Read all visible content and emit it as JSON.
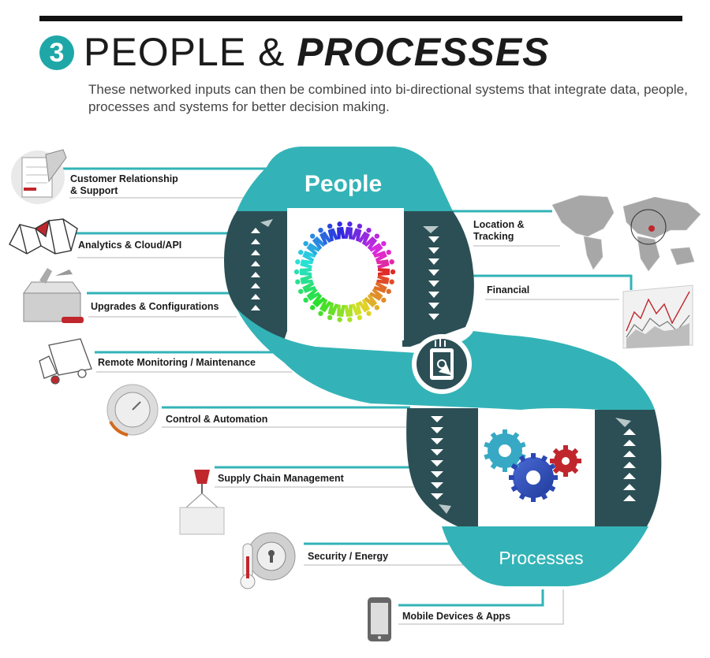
{
  "header": {
    "step_number": "3",
    "title_plain": "PEOPLE & ",
    "title_emphasis": "PROCESSES",
    "subtitle": "These networked inputs can then be combined into bi-directional systems that integrate data, people, processes and systems for better decision making."
  },
  "loop": {
    "top_label": "People",
    "bottom_label": "Processes"
  },
  "inputs_left": [
    {
      "label": "Customer Relationship\n& Support",
      "icon": "customer-support-icon"
    },
    {
      "label": "Analytics & Cloud/API",
      "icon": "analytics-cloud-icon"
    },
    {
      "label": "Upgrades & Configurations",
      "icon": "toolbox-icon"
    },
    {
      "label": "Remote Monitoring / Maintenance",
      "icon": "truck-icon"
    },
    {
      "label": "Control & Automation",
      "icon": "dial-knob-icon"
    },
    {
      "label": "Supply Chain Management",
      "icon": "crane-hook-icon"
    },
    {
      "label": "Security / Energy",
      "icon": "lock-thermometer-icon"
    },
    {
      "label": "Mobile Devices & Apps",
      "icon": "smartphone-icon"
    }
  ],
  "inputs_right": [
    {
      "label": "Location &\nTracking",
      "icon": "world-map-icon"
    },
    {
      "label": "Financial",
      "icon": "finance-chart-icon"
    }
  ],
  "colors": {
    "teal": "#33b3b7",
    "teal_dark": "#2b4f55",
    "accent_red": "#c0272d",
    "badge": "#1fa7a8"
  }
}
